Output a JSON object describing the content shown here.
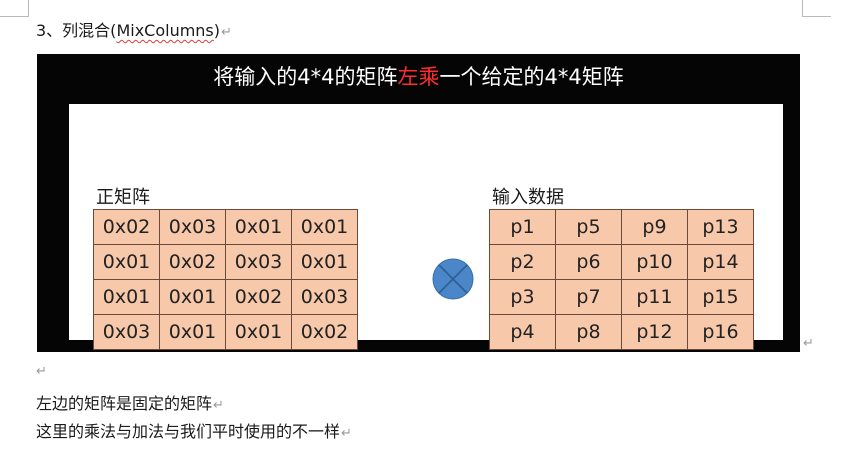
{
  "document": {
    "heading_prefix": "3、列混合(",
    "heading_term": "MixColumns",
    "heading_suffix": ")",
    "paragraph_mark": "↵",
    "lines": [
      "左边的矩阵是固定的矩阵",
      "这里的乘法与加法与我们平时使用的不一样"
    ]
  },
  "slide": {
    "title_before": "将输入的4*4的矩阵",
    "title_highlight": "左乘",
    "title_after": "一个给定的4*4矩阵",
    "highlight_color": "#ff2d2d",
    "left_label": "正矩阵",
    "right_label": "输入数据",
    "operator_icon": "circled-times-icon",
    "operator_color": "#4a86c8",
    "cell_color": "#f7c9aa",
    "left_matrix": [
      [
        "0x02",
        "0x03",
        "0x01",
        "0x01"
      ],
      [
        "0x01",
        "0x02",
        "0x03",
        "0x01"
      ],
      [
        "0x01",
        "0x01",
        "0x02",
        "0x03"
      ],
      [
        "0x03",
        "0x01",
        "0x01",
        "0x02"
      ]
    ],
    "right_matrix": [
      [
        "p1",
        "p5",
        "p9",
        "p13"
      ],
      [
        "p2",
        "p6",
        "p10",
        "p14"
      ],
      [
        "p3",
        "p7",
        "p11",
        "p15"
      ],
      [
        "p4",
        "p8",
        "p12",
        "p16"
      ]
    ]
  }
}
